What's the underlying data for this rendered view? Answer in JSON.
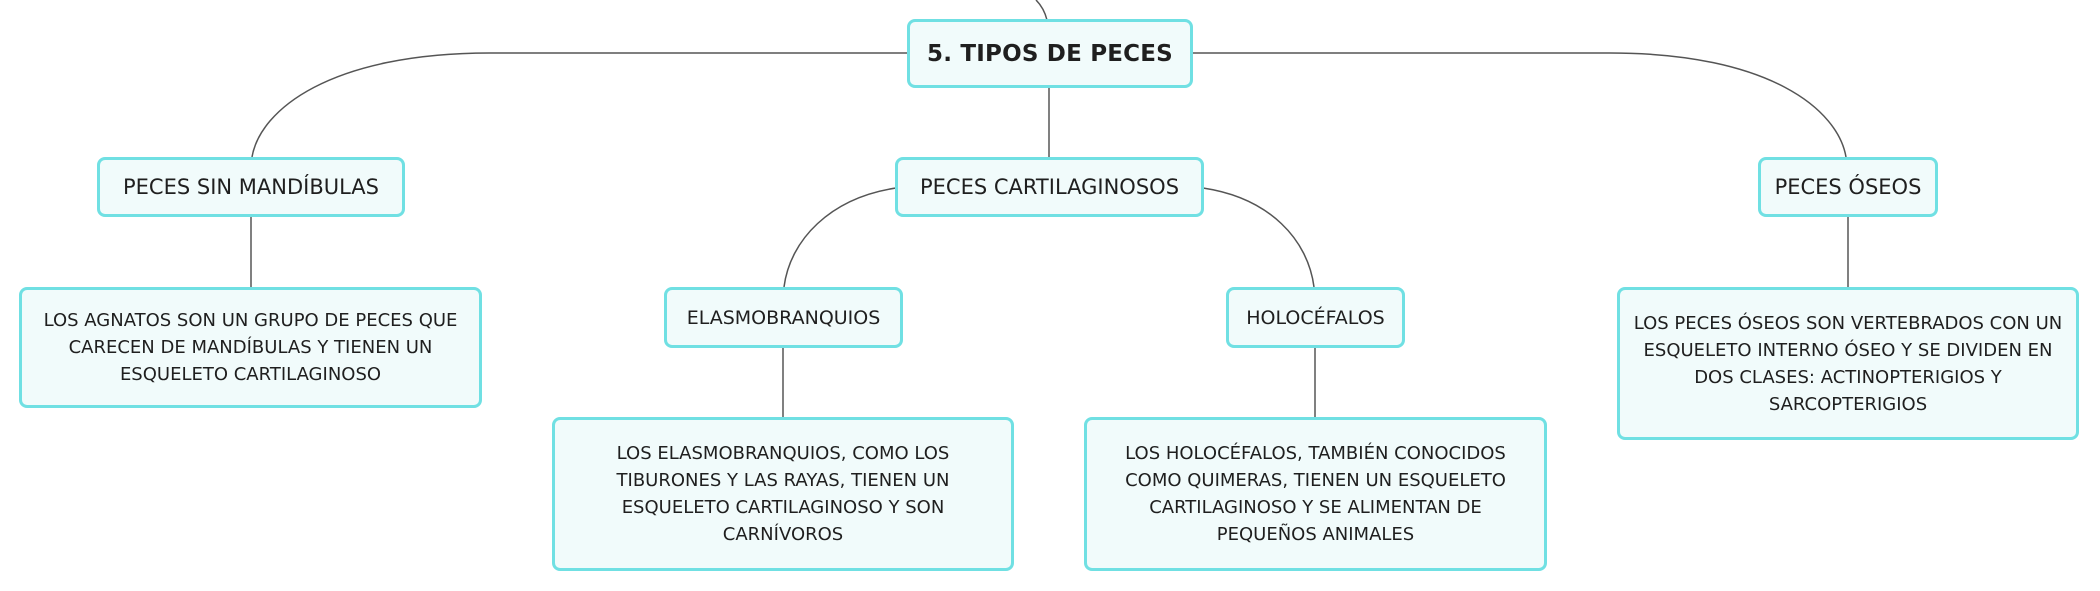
{
  "diagram": {
    "root": {
      "label": "5. TIPOS DE PECES"
    },
    "categories": [
      {
        "label": "PECES SIN MANDÍBULAS"
      },
      {
        "label": "PECES CARTILAGINOSOS"
      },
      {
        "label": "PECES ÓSEOS"
      }
    ],
    "subcategories": [
      {
        "label": "ELASMOBRANQUIOS"
      },
      {
        "label": "HOLOCÉFALOS"
      }
    ],
    "descriptions": {
      "agnatos": "LOS AGNATOS SON UN GRUPO DE PECES QUE CARECEN DE MANDÍBULAS Y TIENEN UN ESQUELETO CARTILAGINOSO",
      "elasmobranquios": "LOS ELASMOBRANQUIOS, COMO LOS TIBURONES Y LAS RAYAS, TIENEN UN ESQUELETO CARTILAGINOSO Y SON CARNÍVOROS",
      "holocefalos": "LOS HOLOCÉFALOS, TAMBIÉN CONOCIDOS COMO QUIMERAS, TIENEN UN ESQUELETO CARTILAGINOSO Y SE ALIMENTAN DE PEQUEÑOS ANIMALES",
      "oseos": "LOS PECES ÓSEOS SON VERTEBRADOS CON UN ESQUELETO INTERNO ÓSEO Y SE DIVIDEN EN DOS CLASES: ACTINOPTERIGIOS Y SARCOPTERIGIOS"
    },
    "colors": {
      "node_border": "#70e0e3",
      "node_fill": "#f1fbfb",
      "connector": "#555555",
      "text": "#1f1f1f"
    }
  }
}
